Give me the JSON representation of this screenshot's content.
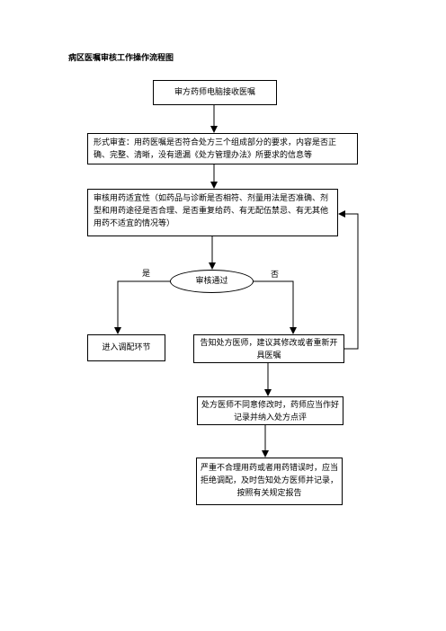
{
  "title": "病区医嘱审核工作操作流程图",
  "nodes": {
    "receive": "审方药师电脑接收医嘱",
    "formal": "形式审查：用药医嘱是否符合处方三个组成部分的要求，内容是否正确、完整、清晰，没有遗漏《处方管理办法》所要求的信息等",
    "appropriateness": "审核用药适宜性（如药品与诊断是否相符、剂量用法是否准确、剂型和用药途径是否合理、是否重复给药、有无配伍禁忌、有无其他用药不适宜的情况等）",
    "decision": "审核通过",
    "dispense": "进入调配环节",
    "notify": "告知处方医师，建议其修改或者重新开具医嘱",
    "record": "处方医师不同意修改时，药师应当作好记录并纳入处方点评",
    "refuse": "严重不合理用药或者用药错误时，应当拒绝调配，及时告知处方医师并记录，按照有关规定报告"
  },
  "edge_labels": {
    "yes": "是",
    "no": "否"
  }
}
